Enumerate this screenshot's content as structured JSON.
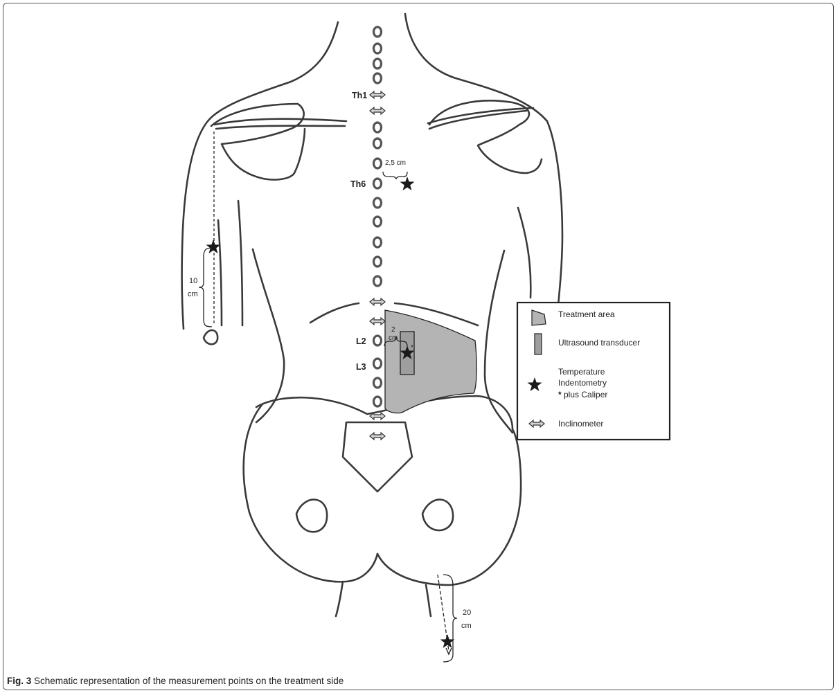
{
  "labels": {
    "th1": "Th1",
    "th6": "Th6",
    "l2": "L2",
    "l3": "L3",
    "dist_2_5": "2,5 cm",
    "dist_2_num": "2",
    "dist_2_unit": "cm",
    "dist_10_num": "10",
    "dist_10_unit": "cm",
    "dist_20_num": "20",
    "dist_20_unit": "cm",
    "caliper_asterisk": "*"
  },
  "legend": {
    "items": [
      {
        "icon": "treatment-area-shape",
        "lines": [
          "Treatment area"
        ]
      },
      {
        "icon": "ultrasound-transducer-rect",
        "lines": [
          "Ultrasound transducer"
        ]
      },
      {
        "icon": "star-icon",
        "lines": [
          "Temperature",
          "Indentometry"
        ],
        "note_mark": "*",
        "note_text": " plus Caliper"
      },
      {
        "icon": "double-arrow-icon",
        "lines": [
          "Inclinometer"
        ]
      }
    ]
  },
  "caption": {
    "label": "Fig. 3",
    "text": " Schematic representation of the measurement points on the treatment side"
  },
  "colors": {
    "line": "#3a3a3a",
    "fill_gray": "#b4b4b4",
    "transducer_fill": "#9e9e9e",
    "star": "#1a1a1a"
  }
}
